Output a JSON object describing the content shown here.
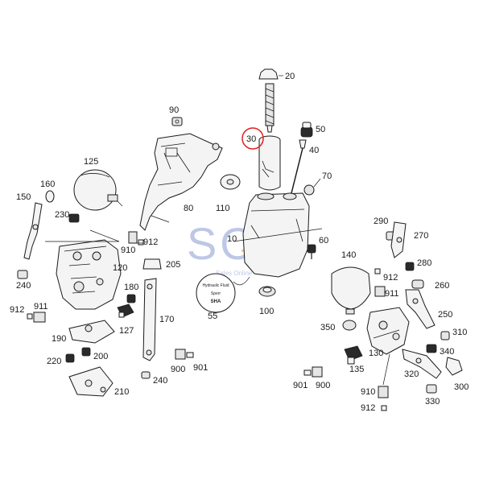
{
  "watermark": {
    "brand": "SOL",
    "caption": "Sales Online"
  },
  "highlight_color": "#e02020",
  "watermark_color": "#8a9bd0",
  "watermark_accent": "#f0a040",
  "callouts": {
    "c20": "20",
    "c30": "30",
    "c50": "50",
    "c40": "40",
    "c70": "70",
    "c90": "90",
    "c125": "125",
    "c160": "160",
    "c150": "150",
    "c230": "230",
    "c80": "80",
    "c110": "110",
    "c10": "10",
    "c60": "60",
    "c910a": "910",
    "c912a": "912",
    "c205": "205",
    "c120": "120",
    "c240a": "240",
    "c180": "180",
    "c912b": "912",
    "c911a": "911",
    "c127": "127",
    "c170": "170",
    "c190": "190",
    "c55": "55",
    "c100": "100",
    "c220": "220",
    "c200": "200",
    "c900a": "900",
    "c901a": "901",
    "c240b": "240",
    "c210": "210",
    "c140": "140",
    "c290": "290",
    "c270": "270",
    "c280": "280",
    "c912c": "912",
    "c260": "260",
    "c911b": "911",
    "c250": "250",
    "c350": "350",
    "c310": "310",
    "c340": "340",
    "c130": "130",
    "c135": "135",
    "c320": "320",
    "c300": "300",
    "c901b": "901",
    "c900b": "900",
    "c910b": "910",
    "c330": "330",
    "c912d": "912"
  },
  "cap_label": {
    "top": "Hydraulic Fluid",
    "middle": "Sperr",
    "bottom": "SHA"
  }
}
